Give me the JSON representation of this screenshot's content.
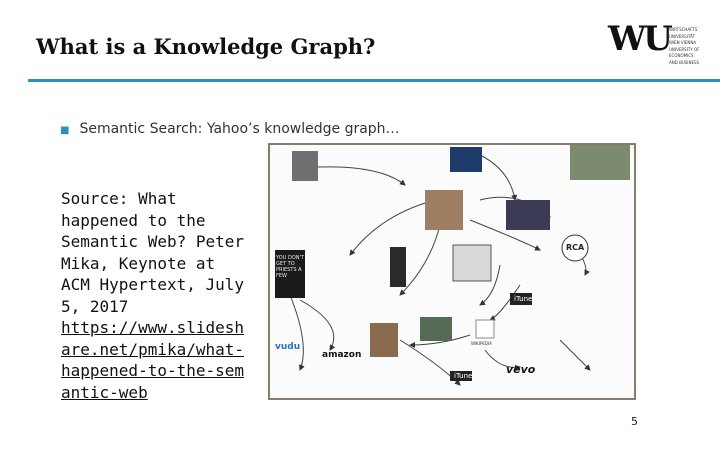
{
  "header": {
    "title": "What is a Knowledge Graph?",
    "logo": {
      "mark": "WU",
      "lines": [
        "WIRTSCHAFTS",
        "UNIVERSITÄT",
        "WIEN VIENNA",
        "UNIVERSITY OF",
        "ECONOMICS",
        "AND BUSINESS"
      ]
    },
    "accent_color": "#2f8fbf"
  },
  "content": {
    "bullet": "Semantic Search: Yahoo’s knowledge graph…",
    "source_text": "Source: What happened to the Semantic Web? Peter Mika, Keynote at ACM Hypertext, July 5, 2017",
    "source_link": "https://www.slideshare.net/pmika/what-happened-to-the-semantic-web"
  },
  "figure": {
    "labels": {
      "book": "YOU DON'T GET TO PRIESTS A FEW",
      "amazon": "amazon",
      "vudu": "vudu",
      "itunes_top": "iTunes",
      "itunes_bottom": "iTunes",
      "vevo": "vevo",
      "rca": "RCA",
      "wikipedia": "WIKIPEDIA"
    }
  },
  "footer": {
    "page_number": "5"
  }
}
